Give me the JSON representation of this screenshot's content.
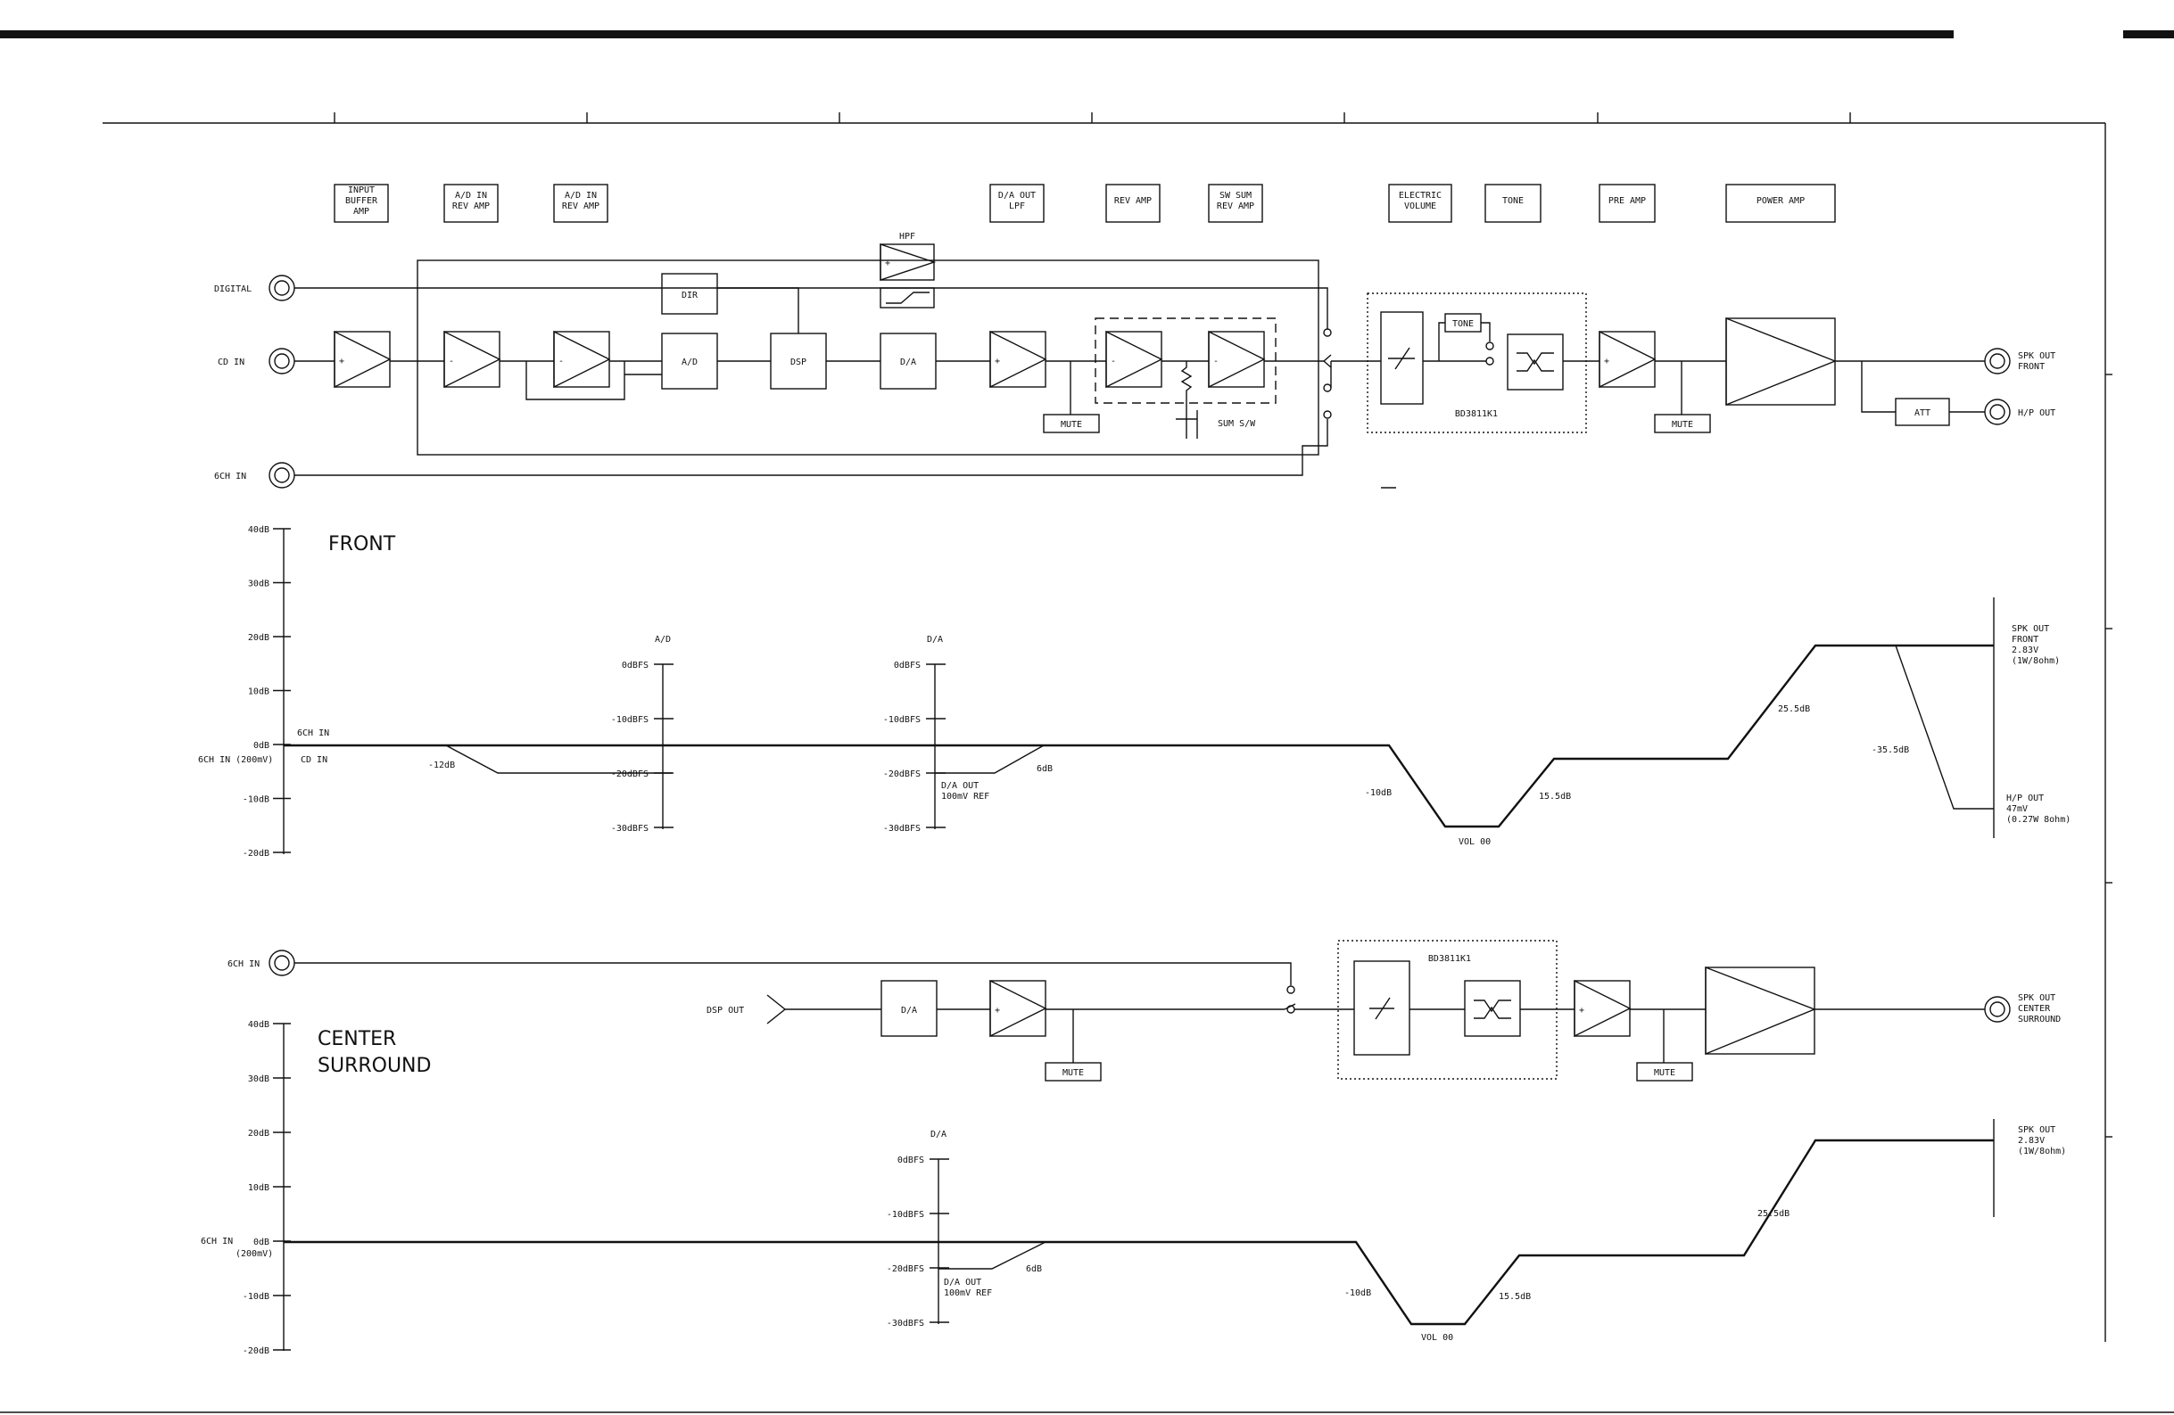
{
  "stage_headers": [
    "INPUT\nBUFFER\nAMP",
    "A/D IN\nREV AMP",
    "A/D IN\nREV AMP",
    "D/A OUT\nLPF",
    "REV AMP",
    "SW SUM\nREV AMP",
    "ELECTRIC\nVOLUME",
    "TONE",
    "PRE AMP",
    "POWER AMP"
  ],
  "front_diagram": {
    "inputs": [
      "DIGITAL",
      "CD IN",
      "6CH IN"
    ],
    "blocks": {
      "dir": "DIR",
      "ad": "A/D",
      "dsp": "DSP",
      "da": "D/A",
      "hpf": "HPF",
      "tone": "TONE",
      "ic": "BD3811K1",
      "att": "ATT",
      "mute": "MUTE",
      "sum_sw": "SUM S/W"
    },
    "amp_signs": {
      "plus": "+",
      "minus": "-"
    },
    "outputs": [
      "SPK OUT\nFRONT",
      "H/P OUT"
    ]
  },
  "front_level": {
    "title": "FRONT",
    "y_ticks": [
      "40dB",
      "30dB",
      "20dB",
      "10dB",
      "0dB",
      "-10dB",
      "-20dB"
    ],
    "ad_scale": {
      "title": "A/D",
      "ticks": [
        "0dBFS",
        "-10dBFS",
        "-20dBFS",
        "-30dBFS"
      ]
    },
    "da_scale": {
      "title": "D/A",
      "ticks": [
        "0dBFS",
        "-10dBFS",
        "-20dBFS",
        "-30dBFS"
      ]
    },
    "annotations": {
      "six_ch_in": "6CH IN",
      "six_ch_in_ref": "6CH IN (200mV)",
      "cd_in": "CD IN",
      "minus12": "-12dB",
      "da_out_ref": "D/A OUT\n100mV REF",
      "six_db": "6dB",
      "minus10": "-10dB",
      "vol": "VOL 00",
      "gain_15_5": "15.5dB",
      "gain_25_5": "25.5dB",
      "minus35_5": "-35.5dB",
      "spk_out": "SPK OUT\nFRONT\n2.83V\n(1W/8ohm)",
      "hp_out": "H/P OUT\n47mV\n(0.27W 8ohm)"
    }
  },
  "center_diagram": {
    "inputs": [
      "6CH IN",
      "DSP OUT"
    ],
    "blocks": {
      "da": "D/A",
      "ic": "BD3811K1",
      "mute": "MUTE"
    },
    "output": "SPK OUT\nCENTER\nSURROUND"
  },
  "center_level": {
    "title": "CENTER\nSURROUND",
    "y_ticks": [
      "40dB",
      "30dB",
      "20dB",
      "10dB",
      "0dB",
      "-10dB",
      "-20dB"
    ],
    "da_scale": {
      "title": "D/A",
      "ticks": [
        "0dBFS",
        "-10dBFS",
        "-20dBFS",
        "-30dBFS"
      ]
    },
    "annotations": {
      "six_ch_in": "6CH IN",
      "six_ch_in_ref": "(200mV)",
      "da_out_ref": "D/A OUT\n100mV REF",
      "six_db": "6dB",
      "minus10": "-10dB",
      "vol": "VOL 00",
      "gain_15_5": "15.5dB",
      "gain_25_5": "25.5dB",
      "spk_out": "SPK OUT\n2.83V\n(1W/8ohm)"
    }
  }
}
